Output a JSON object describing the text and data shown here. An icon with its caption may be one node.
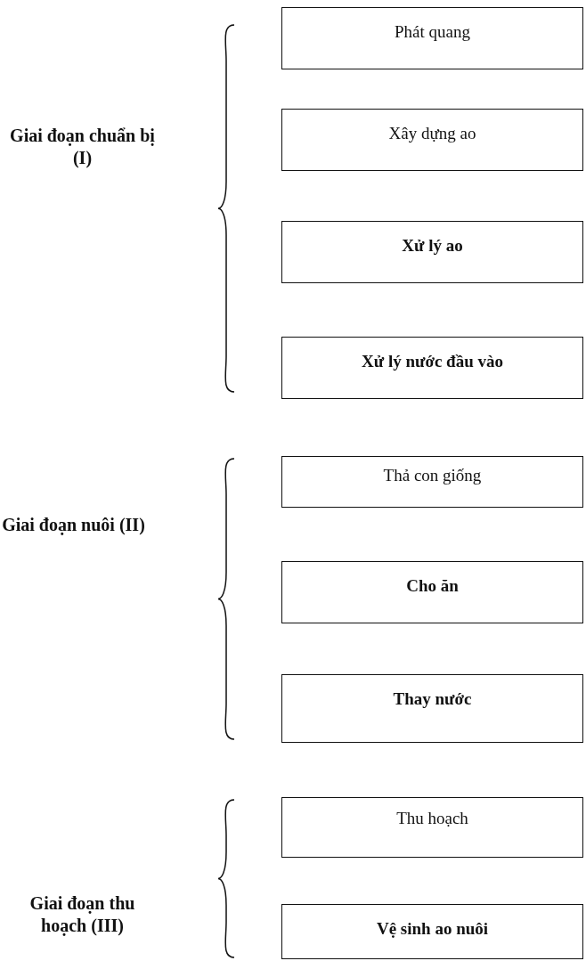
{
  "diagram": {
    "nodes": [
      {
        "text": [
          "Phát quang"
        ]
      },
      {
        "text": [
          "Xây dựng ao"
        ]
      },
      {
        "text": [
          "Xử lý ao"
        ]
      },
      {
        "text": [
          "Xử lý nước đầu vào"
        ]
      },
      {
        "text": [
          "Thả con giống"
        ]
      },
      {
        "text": [
          "Cho ăn"
        ]
      },
      {
        "text": [
          "Thay nước"
        ]
      },
      {
        "text": [
          "Thu hoạch"
        ]
      },
      {
        "text": [
          "Vệ sinh ao nuôi"
        ]
      }
    ],
    "labels": [
      "Giai đoạn chuẩn bị (I)",
      "Giai đoạn nuôi (II)",
      "Giai đoạn thu hoạch (III)"
    ]
  }
}
